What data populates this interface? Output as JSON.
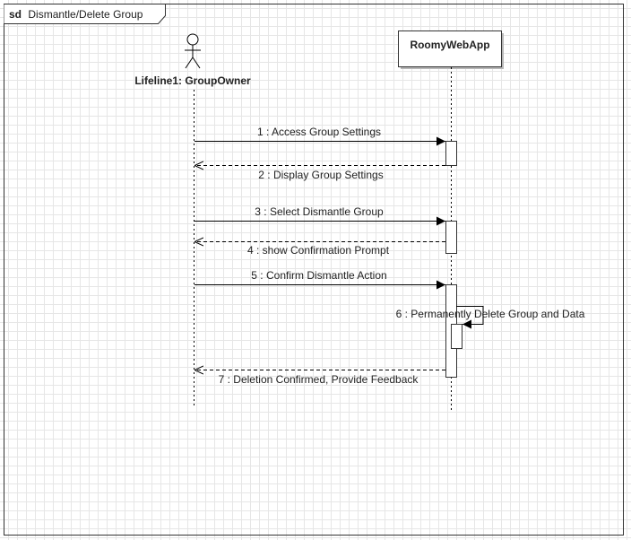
{
  "frame": {
    "keyword": "sd",
    "title": "Dismantle/Delete Group"
  },
  "actor": {
    "label": "Lifeline1: GroupOwner"
  },
  "system": {
    "label": "RoomyWebApp"
  },
  "messages": [
    {
      "label": "1 : Access Group Settings",
      "kind": "sync"
    },
    {
      "label": "2 : Display Group Settings",
      "kind": "return"
    },
    {
      "label": "3 : Select Dismantle Group",
      "kind": "sync"
    },
    {
      "label": "4 : show Confirmation Prompt",
      "kind": "return"
    },
    {
      "label": "5 : Confirm Dismantle Action",
      "kind": "sync"
    },
    {
      "label": "6 : Permanently Delete Group and Data",
      "kind": "self"
    },
    {
      "label": "7 : Deletion Confirmed, Provide Feedback",
      "kind": "return"
    }
  ]
}
